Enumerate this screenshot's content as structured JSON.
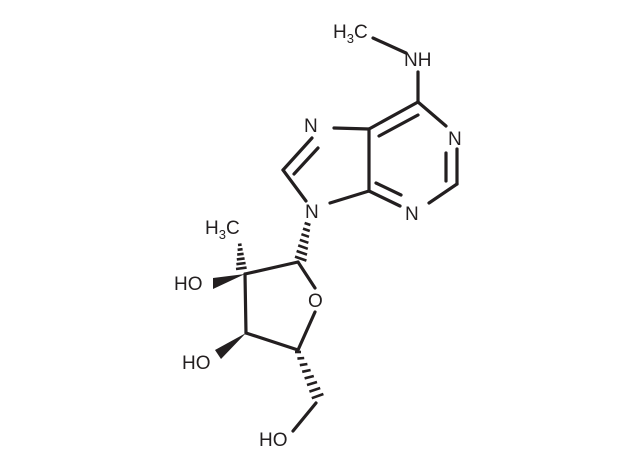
{
  "molecule": {
    "atoms": {
      "h3c_top": {
        "main": "H",
        "sub": "3",
        "tail": "C"
      },
      "nh": "NH",
      "n1": "N",
      "n3": "N",
      "n7": "N",
      "n9": "N",
      "h3c_sugar": {
        "main": "H",
        "sub": "3",
        "tail": "C"
      },
      "ho_c2": "HO",
      "ho_c3": "HO",
      "o_ring": "O",
      "ho_c5": "HO"
    }
  },
  "colors": {
    "ink": "#231f20",
    "background": "#ffffff"
  }
}
